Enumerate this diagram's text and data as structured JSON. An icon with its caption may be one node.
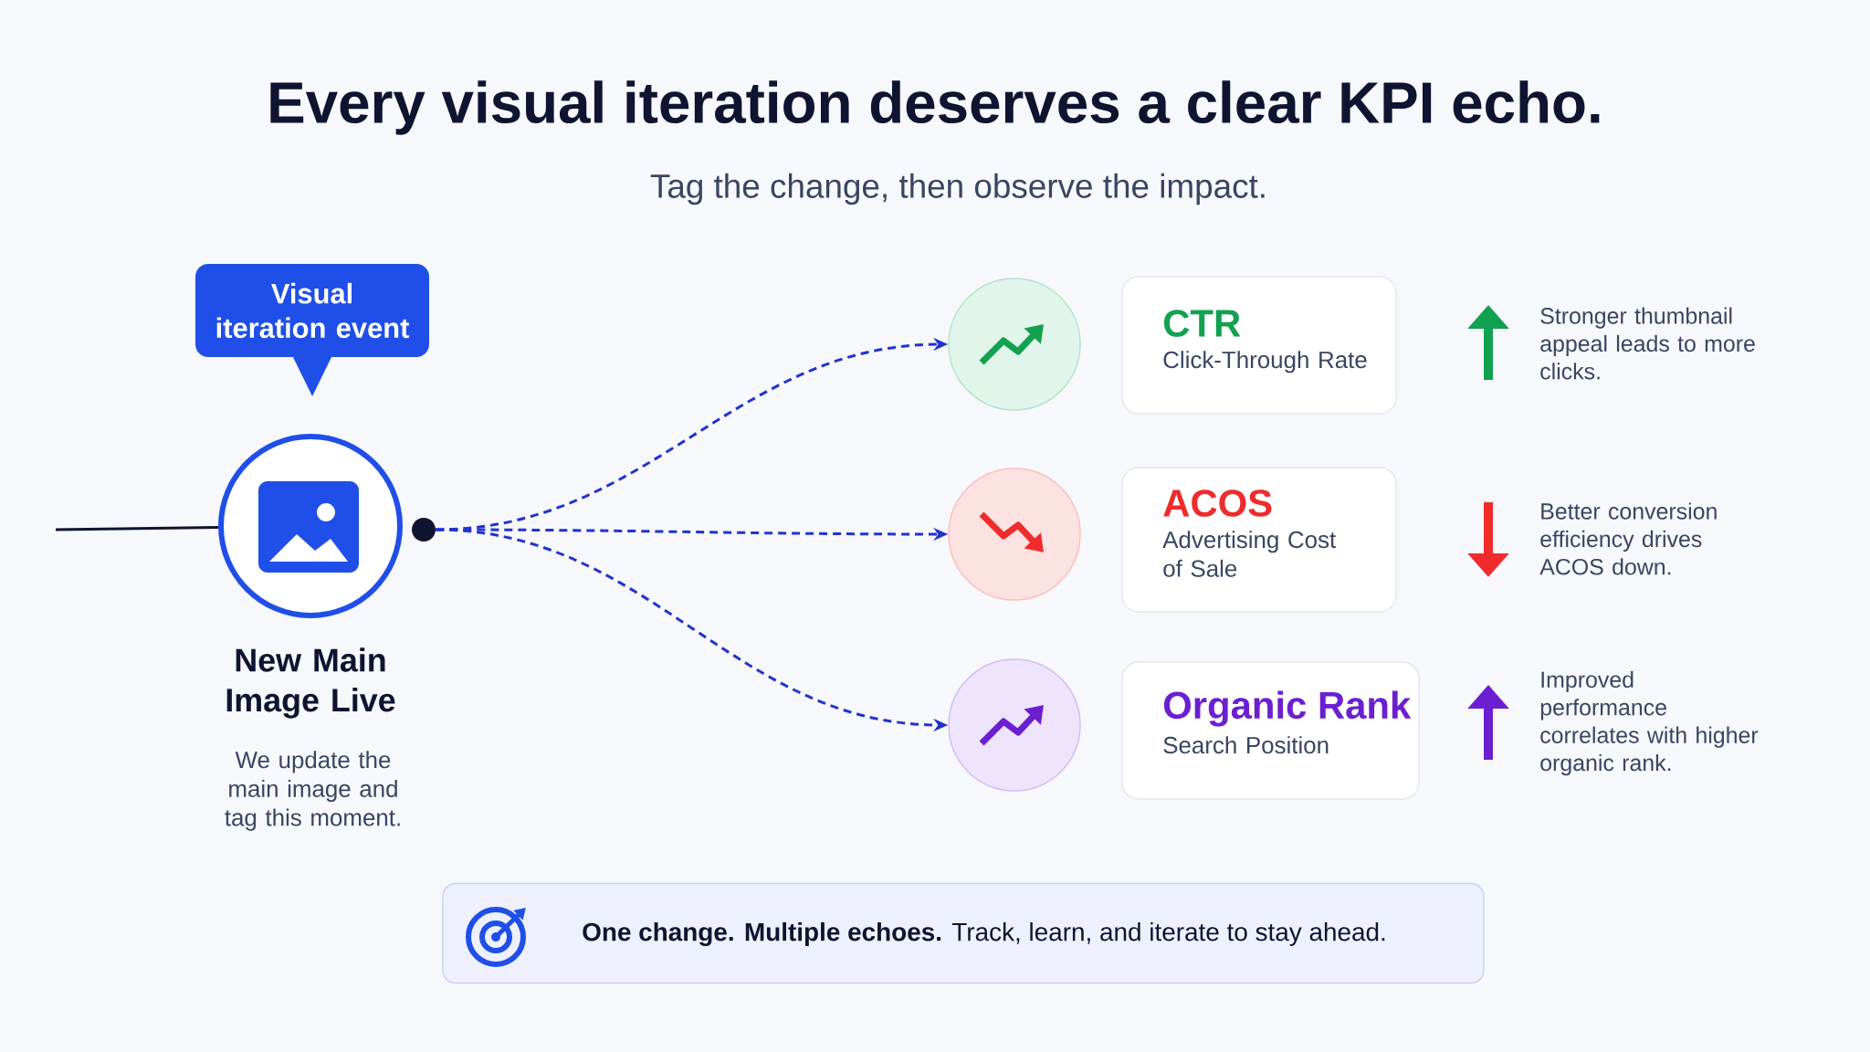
{
  "diagram": {
    "title": "Every visual iteration deserves a clear KPI echo.",
    "nodes": [
      {
        "text": [
          "Visual iteration event"
        ]
      },
      {
        "text": [
          "New Main Image Live",
          "We update the main image and tag this moment."
        ]
      },
      {
        "text": [],
        "shape": "circle"
      },
      {
        "text": [],
        "shape": "circle"
      },
      {
        "text": [],
        "shape": "circle"
      },
      {
        "text": [],
        "shape": "circle"
      },
      {
        "text": [
          "CTR",
          "Click-Through Rate"
        ]
      },
      {
        "text": [
          "ACOS",
          "Advertising Cost of Sale"
        ]
      },
      {
        "text": [
          "Organic Rank",
          "Search Position"
        ]
      },
      {
        "text": [
          "**One change. Multiple echoes.** Track, learn, and iterate to stay ahead."
        ]
      }
    ],
    "edges": [
      {
        "from": null,
        "to": 1,
        "arrow": "none",
        "color": "#0f1530"
      },
      {
        "from": 2,
        "to": 3,
        "arrow": "to",
        "style": "dashed",
        "color": "#2233cc"
      },
      {
        "from": 2,
        "to": 4,
        "arrow": "to",
        "style": "dashed",
        "color": "#2233cc"
      },
      {
        "from": 2,
        "to": 5,
        "arrow": "to",
        "style": "dashed",
        "color": "#2233cc"
      }
    ],
    "labels": [
      "Tag the change, then observe the impact.",
      "Stronger thumbnail appeal leads to more clicks.",
      "Better conversion efficiency drives ACOS down.",
      "Improved performance correlates with higher organic rank."
    ]
  }
}
